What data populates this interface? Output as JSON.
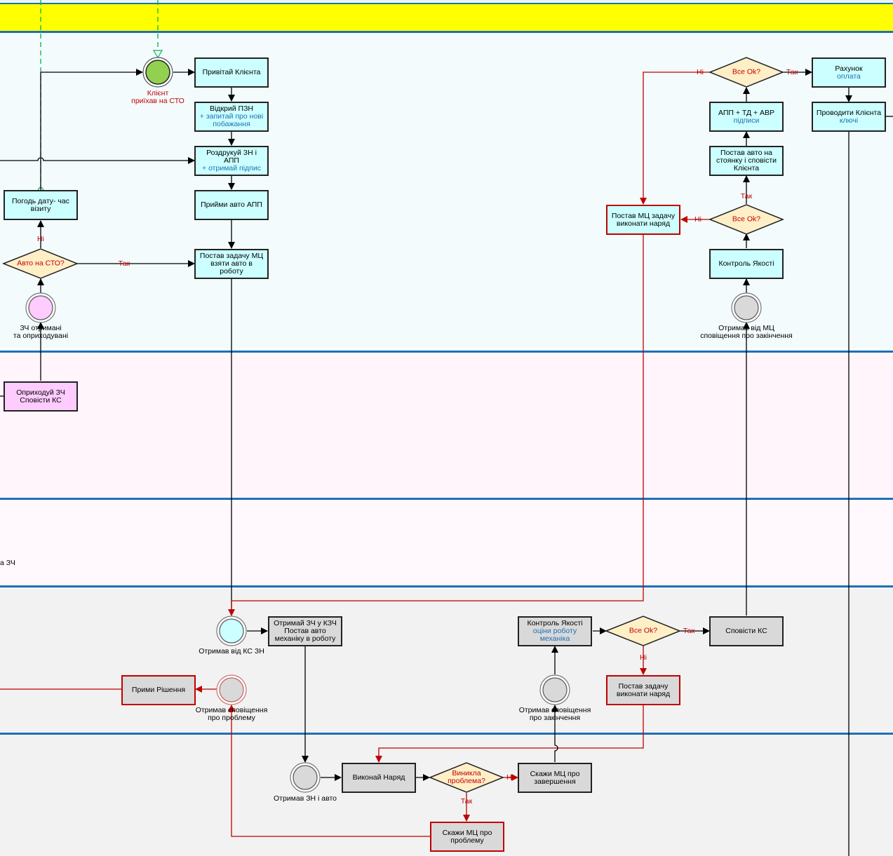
{
  "start_event": {
    "label_line1": "Клієнт",
    "label_line2": "приїхав на СТО"
  },
  "tasks": {
    "greet": {
      "title": "Привітай Клієнта"
    },
    "open_pzn": {
      "title": "Відкрий ПЗН",
      "sub": "+ запитай про нові побажання"
    },
    "print": {
      "title": "Роздрукуй ЗН і АПП",
      "sub": "+ отримай підпис"
    },
    "accept": {
      "title": "Прийми авто АПП"
    },
    "assign_mc": {
      "title": "Постав задачу МЦ взяти авто в роботу"
    },
    "agree_date": {
      "title": "Погодь дату- час візиту"
    },
    "receive_parts": {
      "title": "Оприходуй ЗЧ Сповісти КС"
    },
    "invoice": {
      "title": "Рахунок",
      "sub": "оплата"
    },
    "see_off": {
      "title": "Проводити Клієнта",
      "sub": "ключі"
    },
    "app_td_avr": {
      "title": "АПП + ТД + АВР",
      "sub": "підписи"
    },
    "park": {
      "title": "Постав авто на стоянку і сповісти Клієнта"
    },
    "quality_kc": {
      "title": "Контроль Якості"
    },
    "mc_redo_top": {
      "title": "Постав МЦ задачу виконати наряд"
    },
    "get_parts": {
      "title": "Отримай ЗЧ у КЗЧ",
      "sub_dark": "Постав авто механіку в роботу"
    },
    "quality_mc": {
      "title": "Контроль Якості",
      "sub": "оціни роботу механіка"
    },
    "notify_kc": {
      "title": "Сповісти КС"
    },
    "decide": {
      "title": "Прими Рішення"
    },
    "mech_redo": {
      "title": "Постав задачу виконати наряд"
    },
    "do_work": {
      "title": "Виконай Наряд"
    },
    "tell_done": {
      "title": "Скажи МЦ про завершення"
    },
    "tell_problem": {
      "title": "Скажи МЦ про проблему"
    }
  },
  "gateways": {
    "car_at_sto": "Авто на СТО?",
    "all_ok_top": "Все Ok?",
    "all_ok_mid": "Все Ok?",
    "all_ok_mech": "Все Ok?",
    "problem": "Виникла проблема?"
  },
  "events": {
    "parts_received": {
      "line1": "ЗЧ отримані",
      "line2": "та оприходувані"
    },
    "mc_done_kc": {
      "line1": "Отримав від МЦ",
      "line2": "сповіщення про закінчення"
    },
    "got_from_kc": {
      "line1": "Отримав від КС ЗН"
    },
    "mc_problem": {
      "line1": "Отримав сповіщення",
      "line2": "про проблему"
    },
    "mc_done_mech": {
      "line1": "Отримав сповіщення",
      "line2": "про закінчення"
    },
    "got_zn_car": {
      "line1": "Отримав ЗН і авто"
    }
  },
  "flow_labels": {
    "yes": "Так",
    "no": "Ні"
  },
  "edge_fragment": "а ЗЧ",
  "colors": {
    "header_yellow": "#ffff00",
    "lane_border": "#1f6fb5",
    "task_cyan": "#ccffff",
    "task_pink": "#ffccff",
    "task_gray": "#d9d9d9",
    "gateway_fill": "#ffefc7",
    "start_green": "#92d050",
    "flow_red": "#c00000"
  }
}
